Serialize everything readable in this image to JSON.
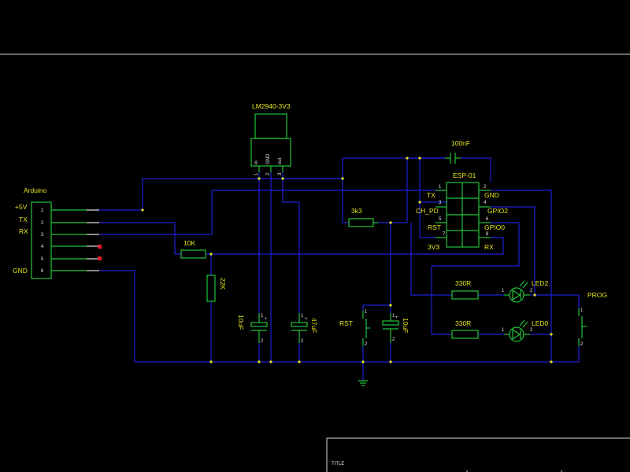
{
  "title_block": {
    "title_label": "TITLE"
  },
  "regulator": {
    "name": "LM2940-3V3",
    "pin_labels": [
      "in",
      "GND",
      "out"
    ],
    "pin_numbers": [
      "1",
      "2",
      "3"
    ]
  },
  "arduino": {
    "name": "Arduino",
    "signals": [
      "+5V",
      "TX",
      "RX",
      "GND"
    ],
    "pin_numbers": [
      "1",
      "2",
      "3",
      "4",
      "5",
      "6"
    ]
  },
  "esp": {
    "name": "ESP-01",
    "left_labels": [
      "TX",
      "CH_PD",
      "RST",
      "3V3"
    ],
    "right_labels": [
      "GND",
      "GPIO2",
      "GPIO0",
      "RX"
    ],
    "left_pins": [
      "1",
      "3",
      "5",
      "7"
    ],
    "right_pins": [
      "2",
      "4",
      "6",
      "8"
    ]
  },
  "components": {
    "c_decoupling": "100nF",
    "r_pullup": "3k3",
    "r_series": "10K",
    "r_divider": "22K",
    "c_in": "10uF",
    "c_out": "47uF",
    "rst_switch": "RST",
    "c_rst": "10uF",
    "r_led2": "330R",
    "r_led0": "330R",
    "led2": "LED2",
    "led0": "LED0",
    "prog_switch": "PROG"
  },
  "colors": {
    "wire": "#1f1fd6",
    "part": "#22c33a",
    "label": "#e6e61e",
    "background": "#000000",
    "marker": "#e0202a"
  }
}
